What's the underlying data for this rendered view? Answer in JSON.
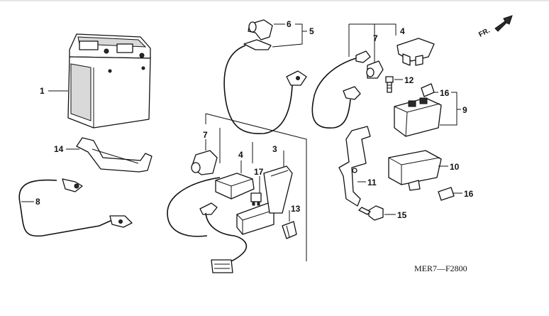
{
  "diagram_code": "MER7—F2800",
  "direction_label": "FR.",
  "callouts": {
    "c1": "1",
    "c2": "14",
    "c3": "8",
    "c4": "6",
    "c5": "5",
    "c6": "7",
    "c7": "4",
    "c8": "3",
    "c9": "17",
    "c10": "13",
    "c11": "7",
    "c12": "4",
    "c13": "12",
    "c14": "16",
    "c15": "9",
    "c16": "11",
    "c17": "10",
    "c18": "16",
    "c19": "15"
  }
}
